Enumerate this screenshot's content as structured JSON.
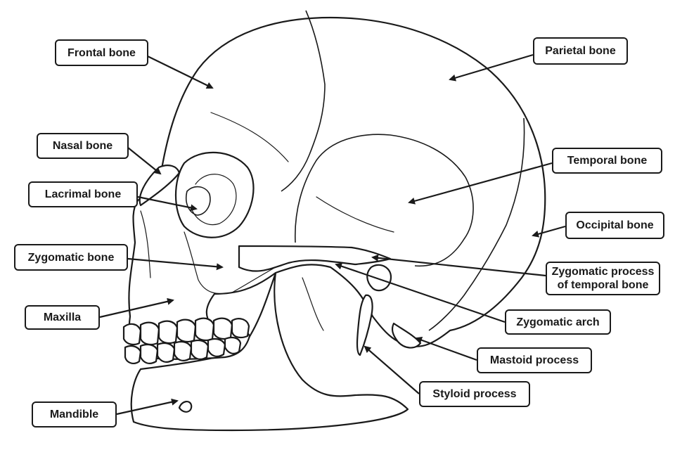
{
  "labels": {
    "frontal_bone": "Frontal bone",
    "parietal_bone": "Parietal bone",
    "nasal_bone": "Nasal bone",
    "temporal_bone": "Temporal bone",
    "lacrimal_bone": "Lacrimal bone",
    "occipital_bone": "Occipital bone",
    "zygomatic_bone": "Zygomatic bone",
    "zygomatic_process": "Zygomatic process\nof temporal bone",
    "maxilla": "Maxilla",
    "zygomatic_arch": "Zygomatic arch",
    "mastoid_process": "Mastoid process",
    "styloid_process": "Styloid process",
    "mandible": "Mandible"
  },
  "colors": {
    "line": "#1a1a1a",
    "background": "#ffffff"
  }
}
